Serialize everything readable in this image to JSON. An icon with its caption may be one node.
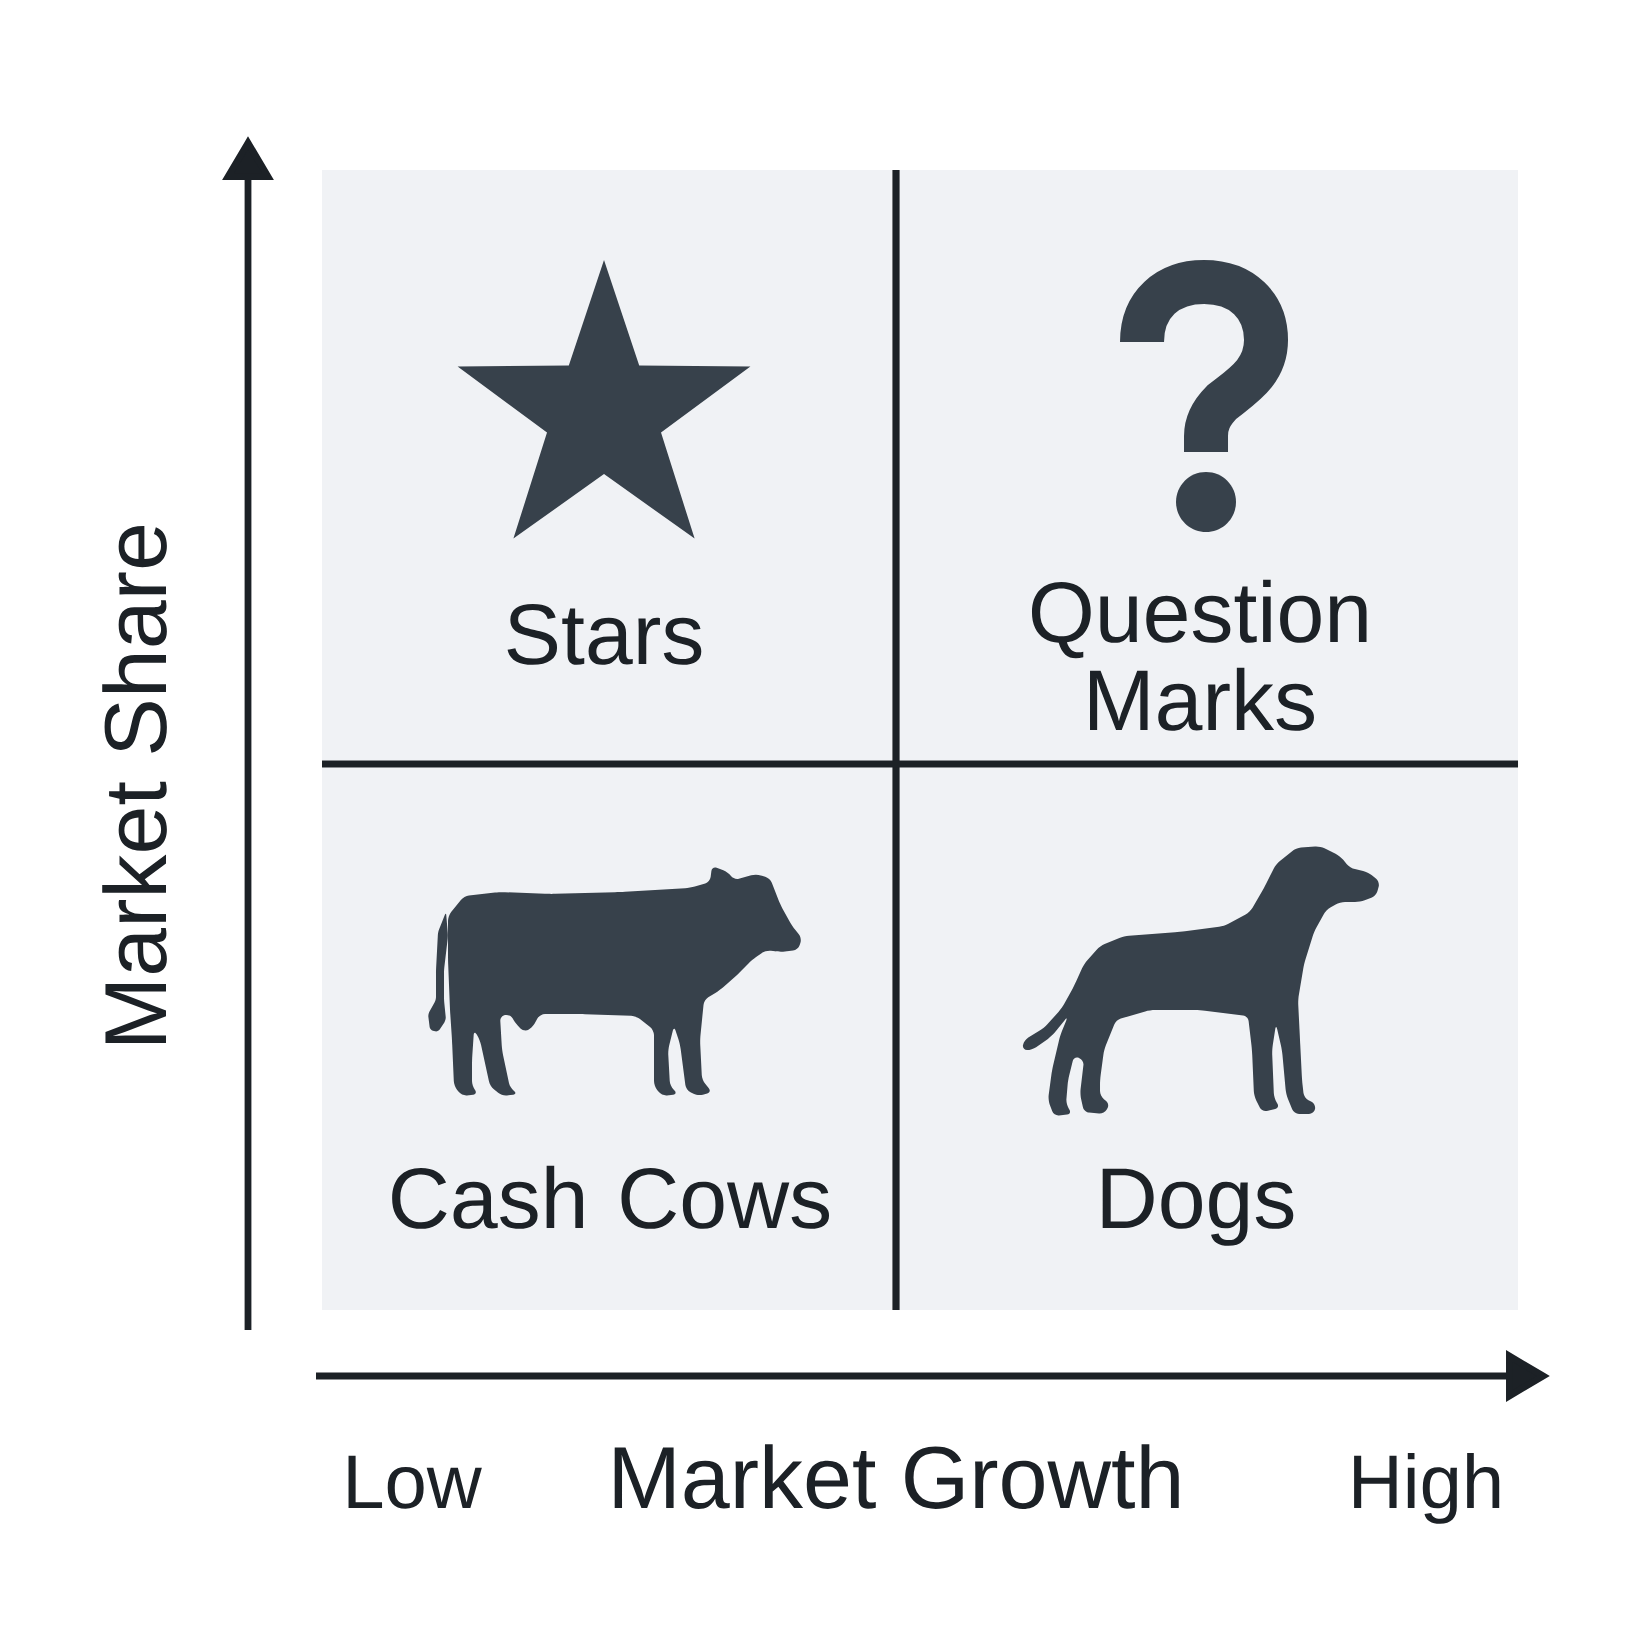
{
  "diagram": {
    "nodes": [
      {
        "text": [
          "Stars"
        ]
      },
      {
        "text": [
          "Question Marks"
        ]
      },
      {
        "text": [
          "Cash Cows"
        ]
      },
      {
        "text": [
          "Dogs"
        ]
      }
    ],
    "labels": [
      "Market Share",
      "Low",
      "Market Growth",
      "High"
    ]
  }
}
